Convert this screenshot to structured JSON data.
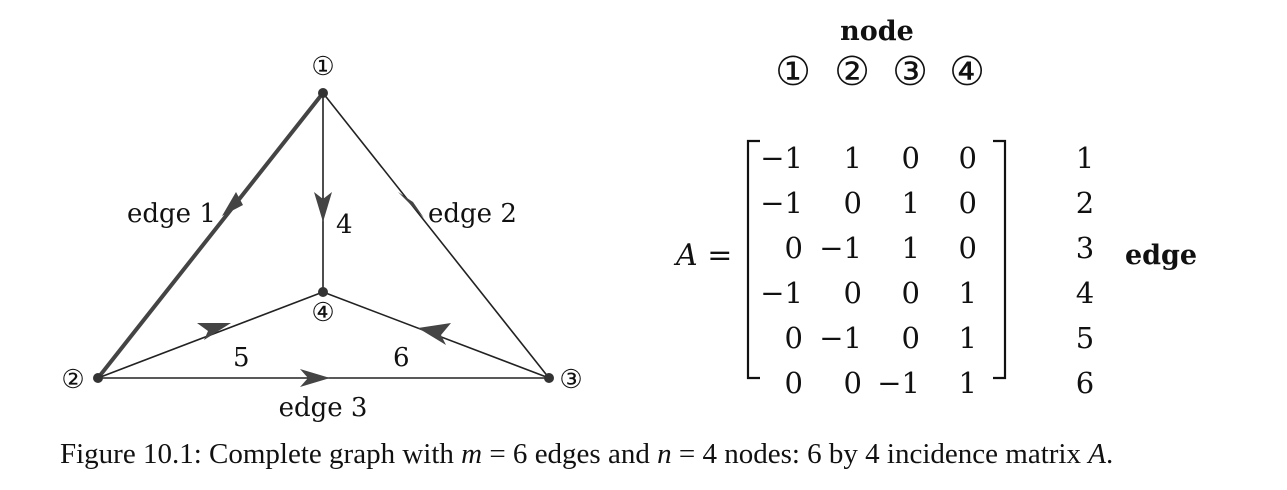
{
  "graph": {
    "nodes": [
      {
        "id": "1",
        "label": "①"
      },
      {
        "id": "2",
        "label": "②"
      },
      {
        "id": "3",
        "label": "③"
      },
      {
        "id": "4",
        "label": "④"
      }
    ],
    "edges": [
      {
        "id": "1",
        "from": "1",
        "to": "2",
        "label": "edge 1",
        "bold": true
      },
      {
        "id": "2",
        "from": "1",
        "to": "3",
        "label": "edge 2",
        "bold": false
      },
      {
        "id": "3",
        "from": "2",
        "to": "3",
        "label": "edge 3",
        "bold": false
      },
      {
        "id": "4",
        "from": "1",
        "to": "4",
        "label": "4",
        "bold": false
      },
      {
        "id": "5",
        "from": "2",
        "to": "4",
        "label": "5",
        "bold": false
      },
      {
        "id": "6",
        "from": "3",
        "to": "4",
        "label": "6",
        "bold": false
      }
    ]
  },
  "matrix": {
    "name": "A",
    "equals": "A =",
    "column_header": "node",
    "column_labels": [
      "①",
      "②",
      "③",
      "④"
    ],
    "row_header": "edge",
    "row_labels": [
      "1",
      "2",
      "3",
      "4",
      "5",
      "6"
    ],
    "rows": [
      [
        "−1",
        "1",
        "0",
        "0"
      ],
      [
        "−1",
        "0",
        "1",
        "0"
      ],
      [
        "0",
        "−1",
        "1",
        "0"
      ],
      [
        "−1",
        "0",
        "0",
        "1"
      ],
      [
        "0",
        "−1",
        "0",
        "1"
      ],
      [
        "0",
        "0",
        "−1",
        "1"
      ]
    ]
  },
  "caption": {
    "prefix": "Figure 10.1:",
    "t1": " Complete graph with ",
    "m": "m",
    "eq1": " = 6",
    "t2": " edges and ",
    "n": "n",
    "eq2": " = 4",
    "t3": " nodes: ",
    "six": "6",
    "t4": " by ",
    "four": "4",
    "t5": " incidence matrix ",
    "A": "A",
    "end": "."
  }
}
